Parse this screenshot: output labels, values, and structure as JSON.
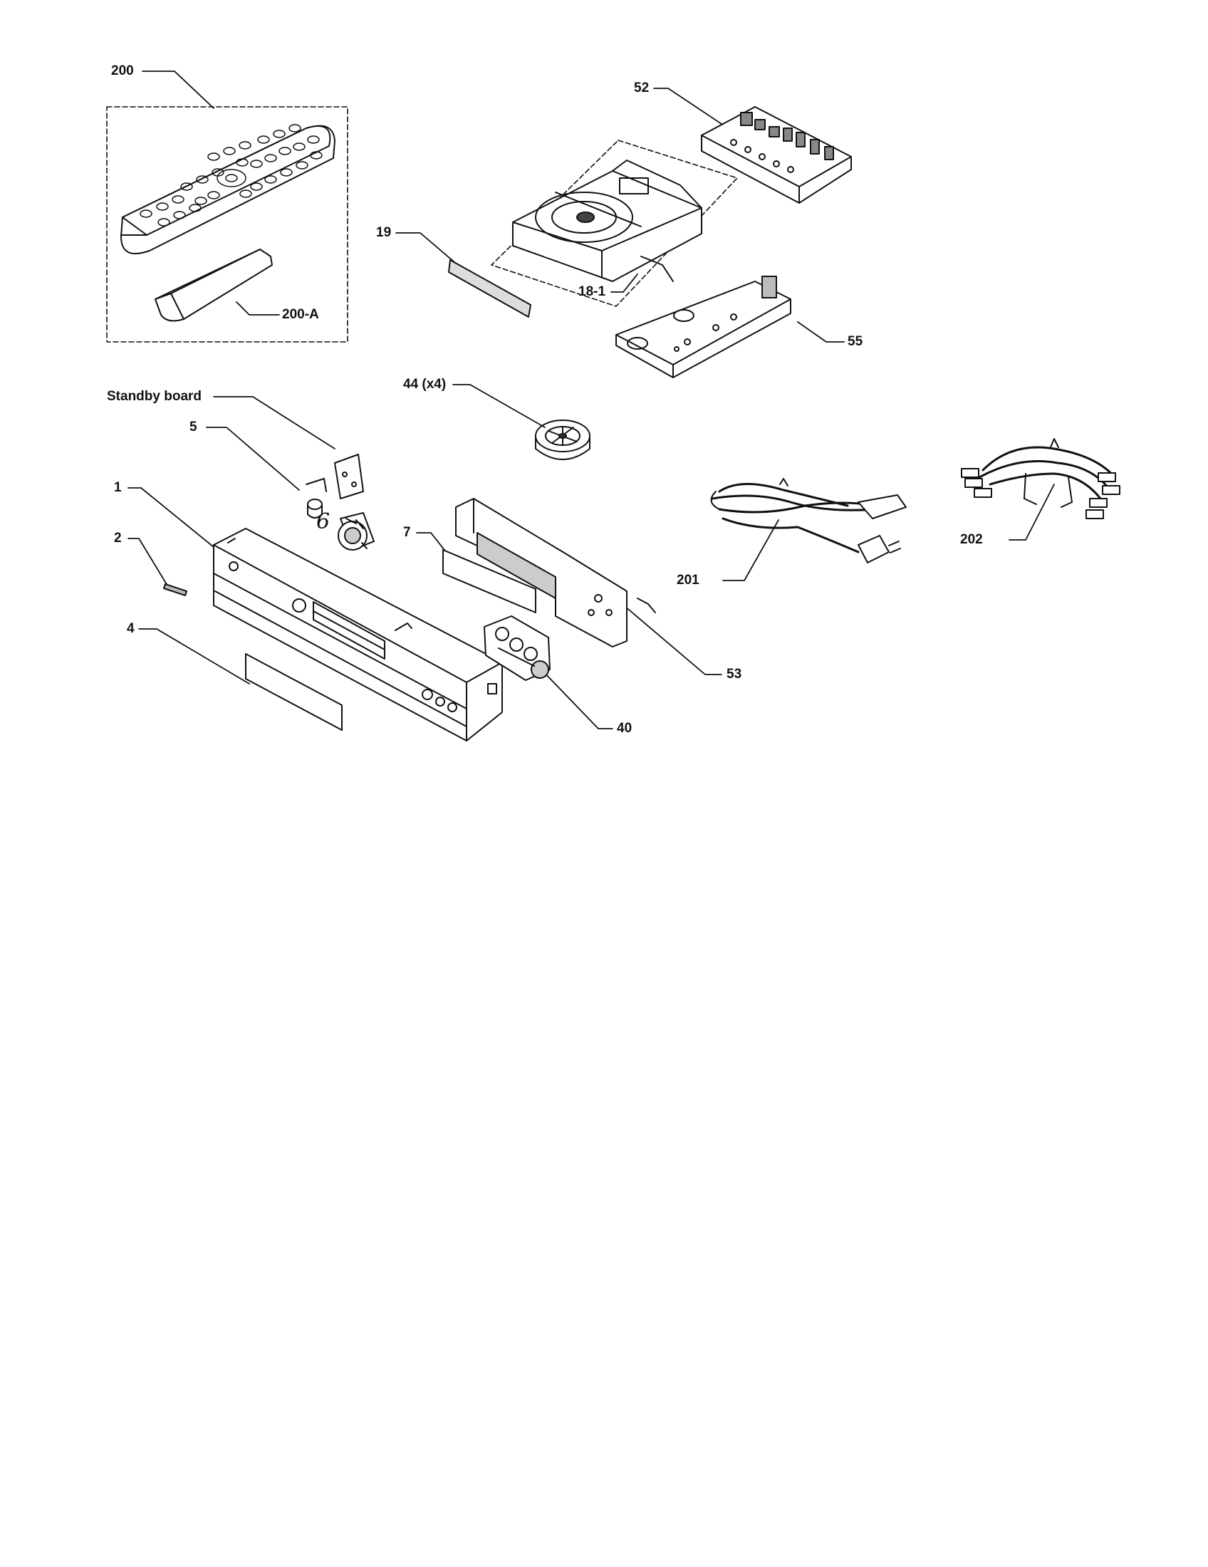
{
  "labels": {
    "remote": "200",
    "battery_cover": "200-A",
    "main_board": "52",
    "tray_panel": "19",
    "loader": "18-1",
    "servo_board": "55",
    "foot": "44 (x4)",
    "standby_board": "Standby board",
    "lens": "5",
    "power_button": "6",
    "front_panel": "1",
    "badge": "2",
    "window": "4",
    "display_filter": "7",
    "display_board": "53",
    "key_holder": "40",
    "power_cord": "201",
    "av_cable": "202"
  }
}
